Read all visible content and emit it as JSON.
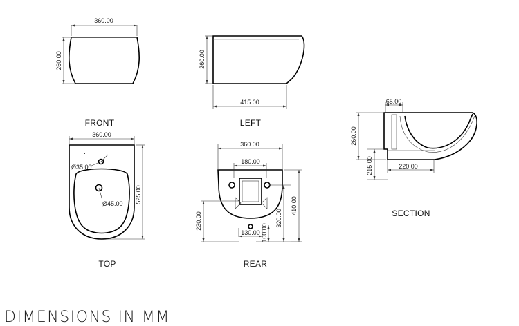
{
  "views": {
    "front": {
      "label": "FRONT",
      "width_dim": "360.00",
      "height_dim": "260.00"
    },
    "left": {
      "label": "LEFT",
      "width_dim": "415.00",
      "height_dim": "260.00"
    },
    "top": {
      "label": "TOP",
      "width_dim": "360.00",
      "length_dim": "525.00",
      "hole_small": "Ø35.00",
      "hole_large": "Ø45.00"
    },
    "rear": {
      "label": "REAR",
      "width_dim": "360.00",
      "bracket_dim": "180.00",
      "inner_dim": "130.00",
      "h230": "230.00",
      "h320": "320.00",
      "h410": "410.00",
      "h100": "100.00"
    },
    "section": {
      "label": "SECTION",
      "top_dim": "65.00",
      "height_dim": "260.00",
      "base_dim": "220.00",
      "lower_dim": "215.00"
    }
  },
  "footer": {
    "title": "DIMENSIONS IN MM"
  }
}
